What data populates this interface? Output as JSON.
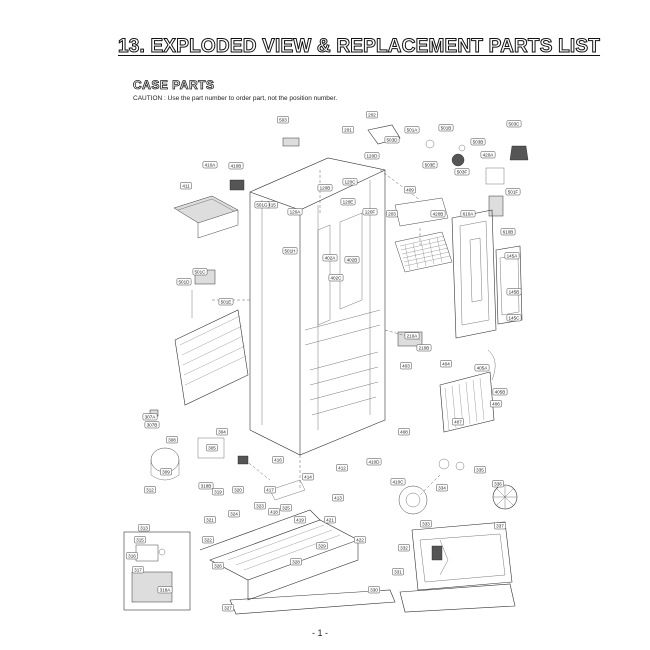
{
  "header": {
    "title": "13. EXPLODED VIEW & REPLACEMENT PARTS LIST",
    "section": "CASE PARTS",
    "caution": "CAUTION : Use the part number to order part, not the position number."
  },
  "footer": {
    "page_number": "- 1 -"
  },
  "callouts": [
    "503",
    "201",
    "202",
    "501A",
    "501B",
    "503B",
    "503C",
    "503D",
    "503E",
    "503F",
    "501F",
    "420A",
    "410A",
    "410B",
    "411",
    "415",
    "120A",
    "120B",
    "120C",
    "120D",
    "120E",
    "120F",
    "203",
    "409",
    "420B",
    "610A",
    "610B",
    "145A",
    "145B",
    "145C",
    "501C",
    "501D",
    "501E",
    "501G",
    "501H",
    "402A",
    "402B",
    "402C",
    "210A",
    "210B",
    "403",
    "404",
    "405A",
    "405B",
    "406",
    "407",
    "408",
    "410C",
    "410D",
    "412",
    "413",
    "414",
    "416",
    "417",
    "418",
    "419",
    "421",
    "422",
    "304",
    "305",
    "307A",
    "307B",
    "308",
    "309",
    "312",
    "313",
    "315",
    "316",
    "317",
    "318A",
    "318B",
    "319",
    "320",
    "321",
    "322",
    "323",
    "324",
    "325",
    "326",
    "327",
    "328",
    "329",
    "330",
    "331",
    "332",
    "333",
    "334",
    "335",
    "336",
    "337"
  ]
}
